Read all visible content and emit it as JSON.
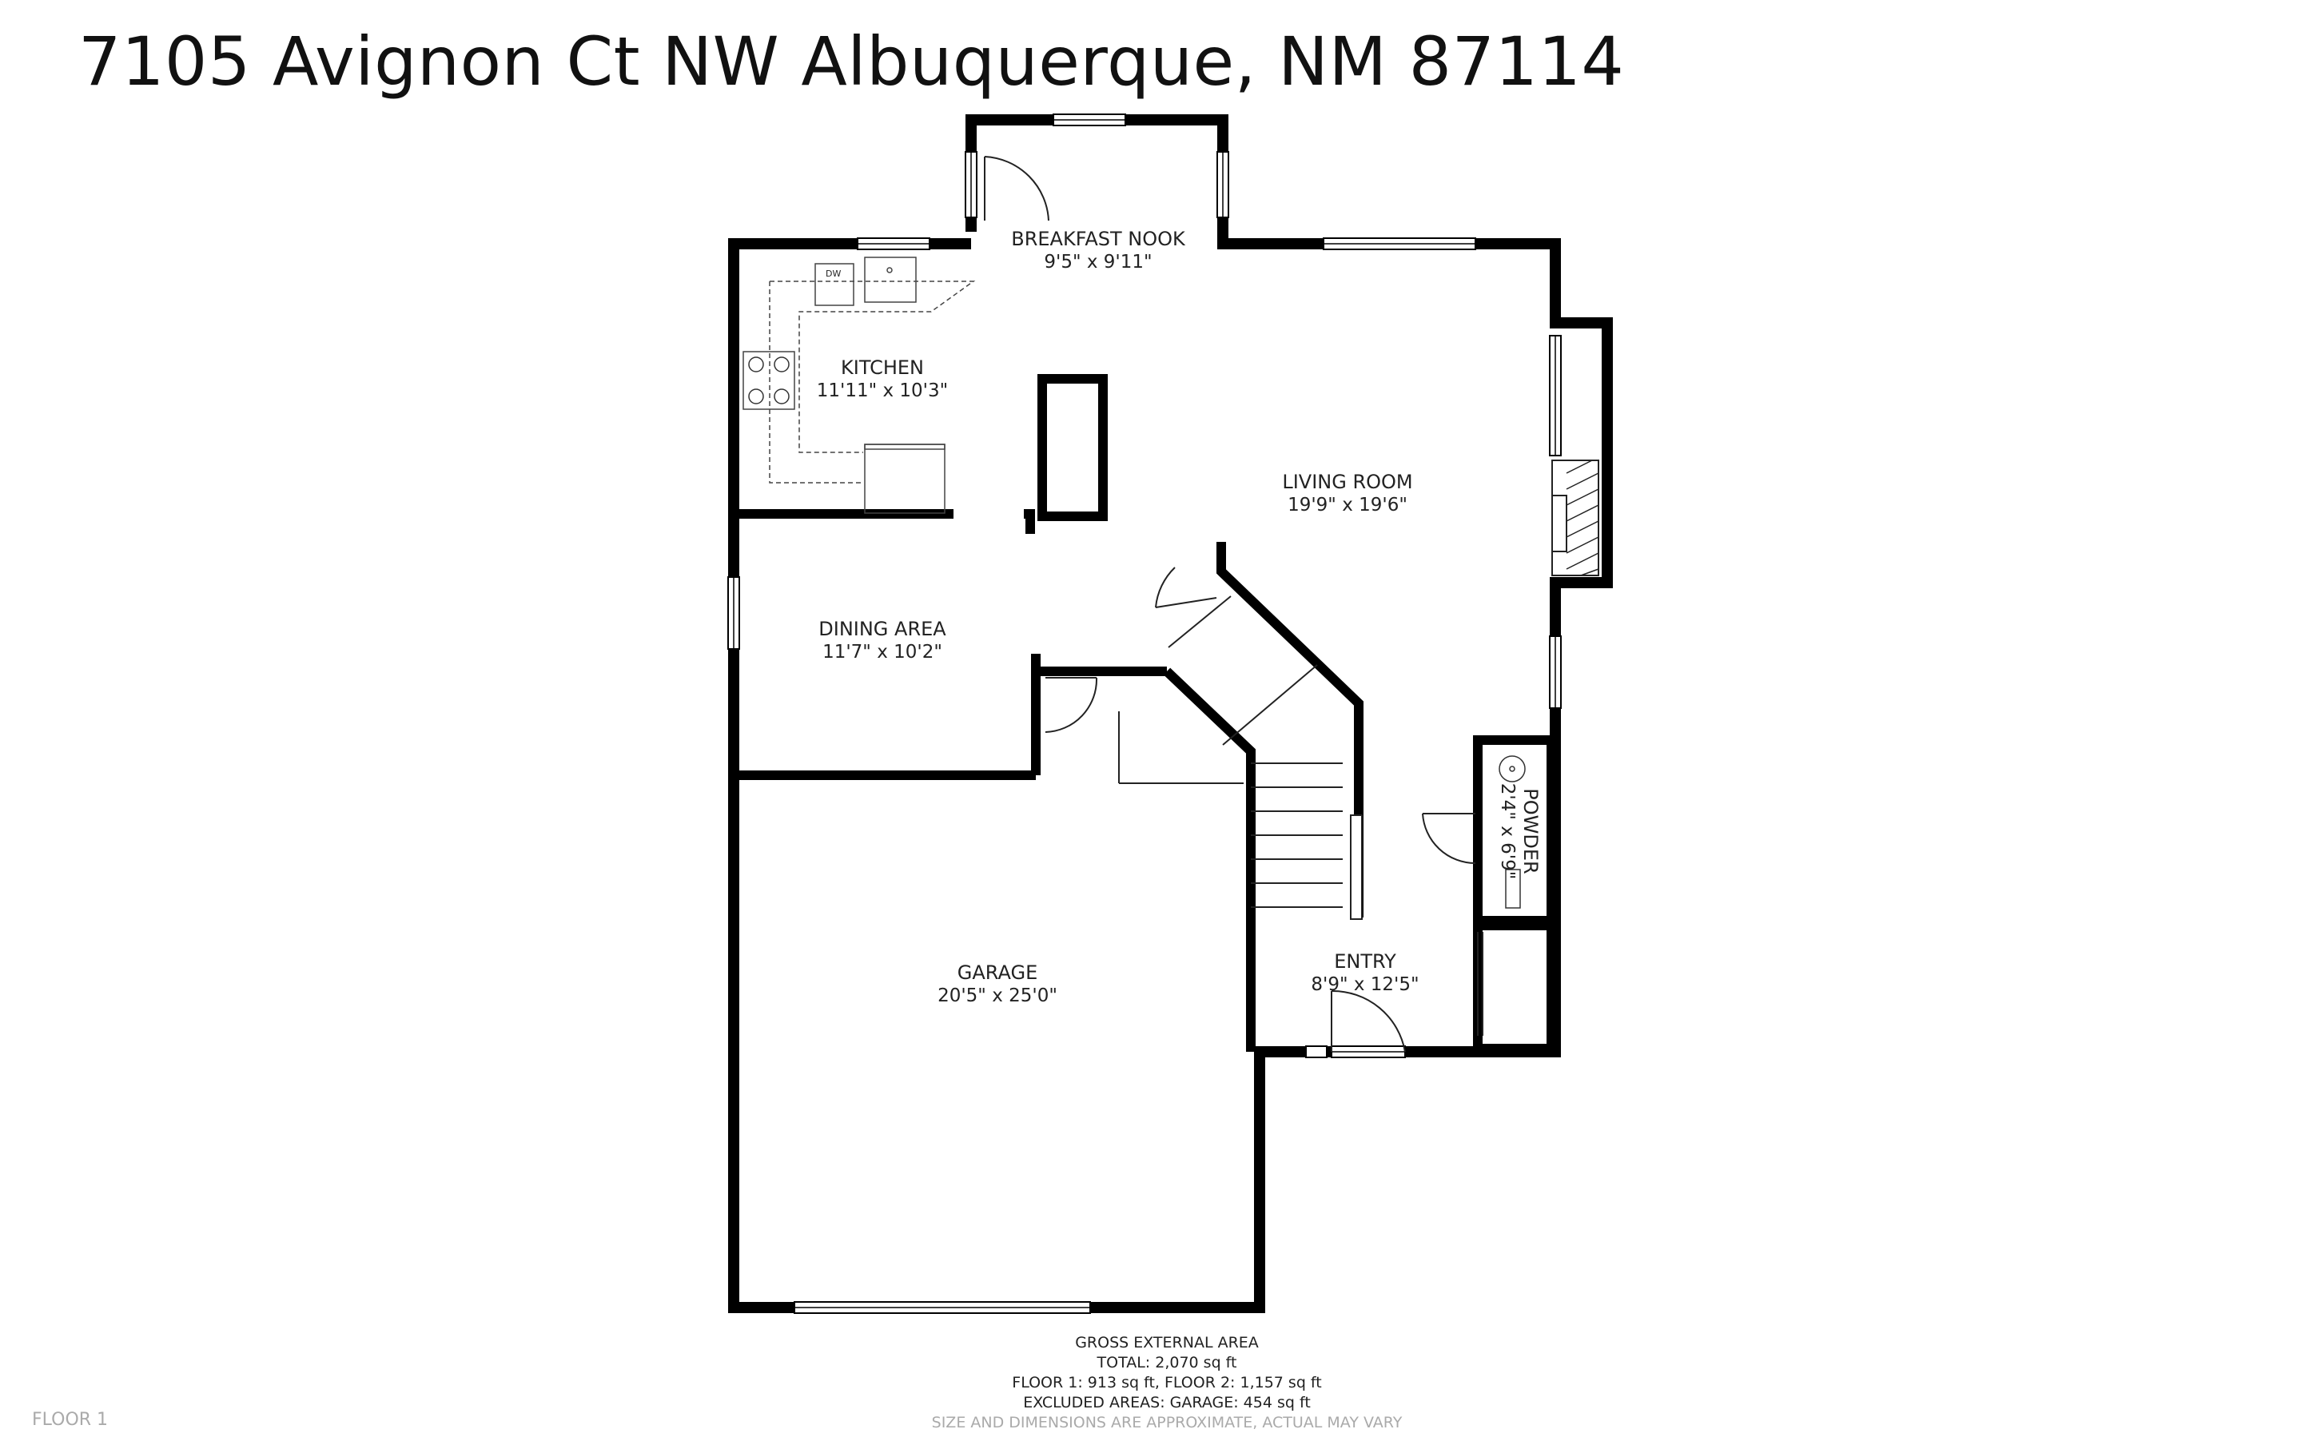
{
  "title": "7105 Avignon Ct NW Albuquerque, NM 87114",
  "rooms": {
    "breakfast_nook": {
      "name": "BREAKFAST NOOK",
      "dims": "9'5\" x 9'11\""
    },
    "kitchen": {
      "name": "KITCHEN",
      "dims": "11'11\" x 10'3\""
    },
    "living_room": {
      "name": "LIVING ROOM",
      "dims": "19'9\" x 19'6\""
    },
    "dining_area": {
      "name": "DINING AREA",
      "dims": "11'7\" x 10'2\""
    },
    "powder": {
      "name": "POWDER",
      "dims": "2'4\" x 6'9\""
    },
    "entry": {
      "name": "ENTRY",
      "dims": "8'9\" x 12'5\""
    },
    "garage": {
      "name": "GARAGE",
      "dims": "20'5\" x 25'0\""
    }
  },
  "fixtures": {
    "dishwasher": "DW"
  },
  "area_summary": {
    "heading": "GROSS EXTERNAL AREA",
    "total": "TOTAL: 2,070 sq ft",
    "floors": "FLOOR 1: 913 sq ft, FLOOR 2: 1,157 sq ft",
    "excluded": "EXCLUDED AREAS: GARAGE: 454 sq ft",
    "disclaimer": "SIZE AND DIMENSIONS ARE APPROXIMATE, ACTUAL MAY VARY"
  },
  "floor_label": "FLOOR 1",
  "colors": {
    "wall": "#000000",
    "line": "#222222",
    "muted": "#aaaaaa"
  }
}
